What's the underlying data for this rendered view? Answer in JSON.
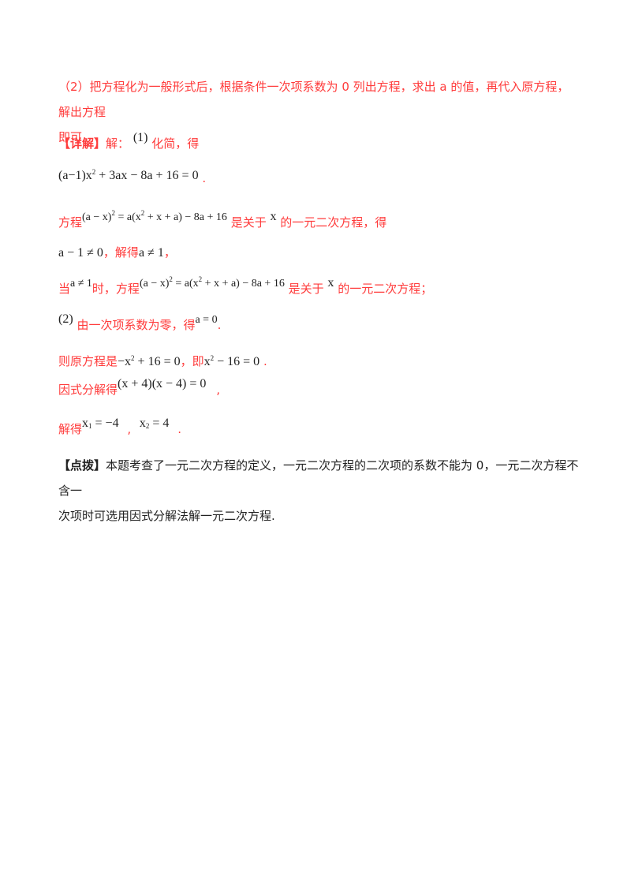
{
  "analysis": {
    "part2_line1": "（2）把方程化为一般形式后，根据条件一次项系数为 0 列出方程，求出 a 的值，再代入原方程，解出方程",
    "part2_line2": "即可."
  },
  "solution": {
    "label": "【详解】",
    "intro": "解：",
    "part1_marker": "(1)",
    "simplify_text": "化简，得",
    "general_form": "(a−1)x² + 3ax − 8a + 16 = 0",
    "general_form_end": ".",
    "equation_prefix": "方程",
    "equation": "(a − x)² = a(x² + x + a) − 8a + 16",
    "is_quadratic_text": "是关于",
    "var_x": "x",
    "quadratic_suffix_1": "的一元二次方程，得",
    "condition": "a − 1 ≠ 0",
    "comma1": "，",
    "solve_text": "解得",
    "condition_result": "a ≠ 1",
    "comma2": "，",
    "when_text": "当",
    "when_value": "a ≠ 1",
    "when_suffix": "时，方程",
    "quadratic_suffix_2": "的一元二次方程；",
    "part2_marker": "(2)",
    "part2_text": "由一次项系数为零，得",
    "a_value": "a = 0",
    "period": ".",
    "original_prefix": "则原方程是",
    "original_eq": "−x² + 16 = 0",
    "equiv_text": "，即",
    "simplified_eq": "x² − 16 = 0",
    "factor_text": "因式分解得",
    "factored_eq": "(x + 4)(x − 4) = 0",
    "factor_end": ",",
    "roots_text": "解得",
    "root1": "x₁ = −4",
    "root_sep": ",",
    "root2": "x₂ = 4",
    "roots_end": "."
  },
  "tip": {
    "label": "【点拨】",
    "line1": "本题考查了一元二次方程的定义，一元二次方程的二次项的系数不能为 0，一元二次方程不含一",
    "line2": "次项时可选用因式分解法解一元二次方程."
  },
  "colors": {
    "accent_red": "#ff3b3b",
    "text_black": "#222222"
  }
}
